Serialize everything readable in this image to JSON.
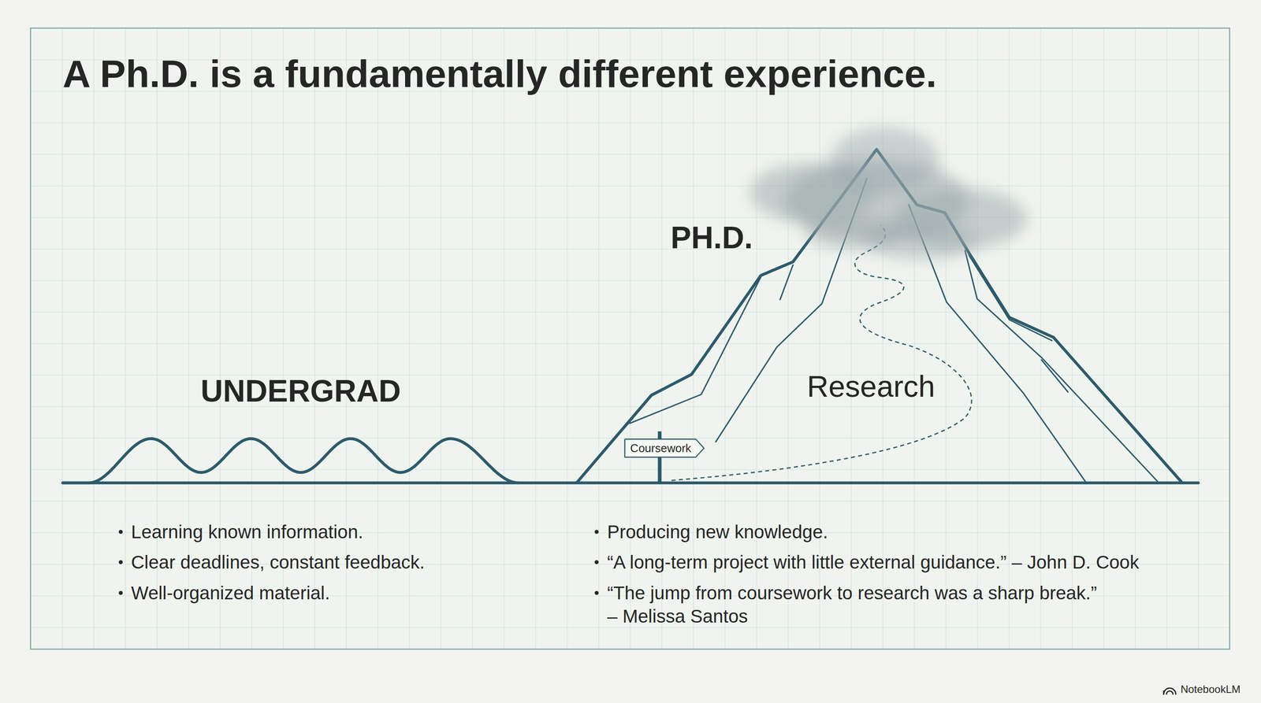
{
  "diagram": {
    "title": "A Ph.D. is a fundamentally different experience.",
    "nodes": [
      {
        "text": [
          "PH.D.",
          "Research"
        ]
      },
      {
        "text": [
          "Coursework"
        ],
        "in": 0
      }
    ],
    "labels": [
      "UNDERGRAD",
      "Learning known information.",
      "Clear deadlines, constant feedback.",
      "Well-organized material.",
      "Producing new knowledge.",
      "“A long-term project with little external guidance.” – John D. Cook",
      "“The jump from coursework to research was a sharp break.” – Melissa Santos",
      "NotebookLM"
    ]
  }
}
